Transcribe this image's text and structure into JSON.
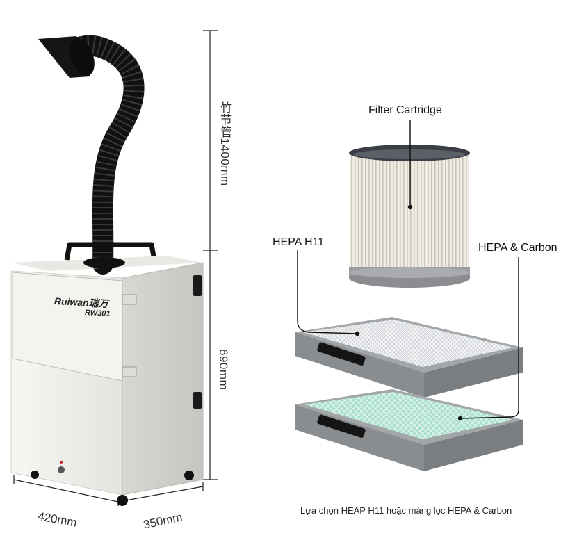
{
  "product": {
    "brand": "Ruiwan",
    "brand_cn": "瑞万",
    "model": "RW301"
  },
  "dimensions": {
    "hose_length": "竹节管1400mm",
    "cabinet_height": "690mm",
    "width": "420mm",
    "depth": "350mm"
  },
  "filters": {
    "cartridge_label": "Filter Cartridge",
    "hepa_label": "HEPA H11",
    "hepa_carbon_label": "HEPA & Carbon"
  },
  "caption": "Lựa chọn HEAP H11 hoặc màng lọc HEPA & Carbon",
  "colors": {
    "cabinet": "#efefeb",
    "hose": "#1a1a1a",
    "frame": "#8c8f92",
    "hepa_mesh": "#e6e8ea",
    "carbon_mesh": "#9ed9c3",
    "cartridge_pleat": "#ece9de"
  }
}
